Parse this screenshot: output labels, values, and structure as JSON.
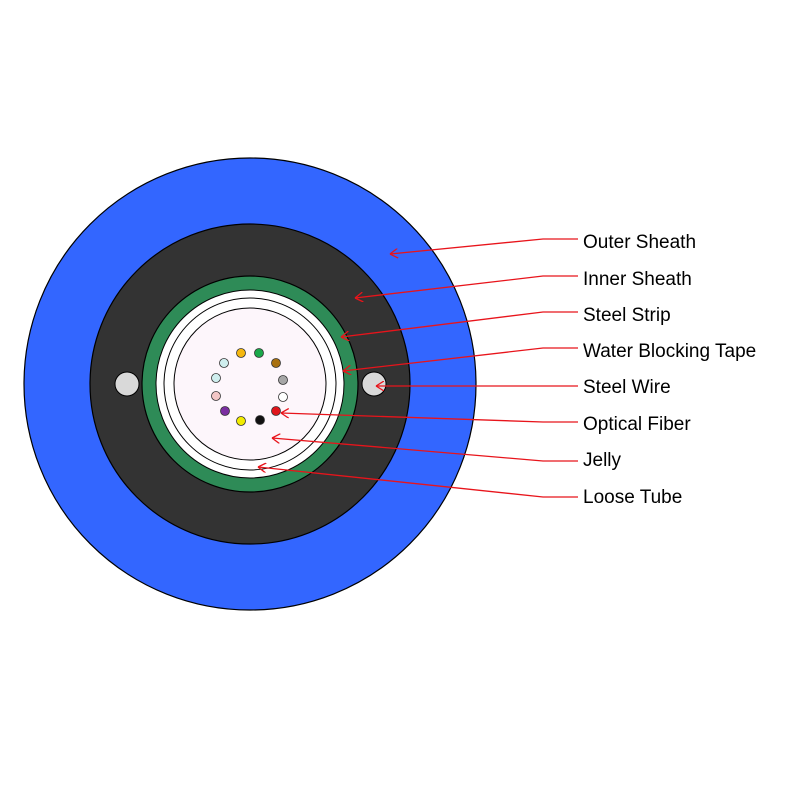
{
  "diagram": {
    "labels": {
      "outer_sheath": "Outer Sheath",
      "inner_sheath": "Inner Sheath",
      "steel_strip": "Steel Strip",
      "water_blocking_tape": "Water Blocking Tape",
      "steel_wire": "Steel Wire",
      "optical_fiber": "Optical Fiber",
      "jelly": "Jelly",
      "loose_tube": "Loose Tube"
    },
    "colors": {
      "outer_sheath": "#3366ff",
      "inner_sheath": "#333333",
      "steel_strip": "#2e8b57",
      "water_blocking_tape": "#ffffff",
      "jelly": "#fdf6fb",
      "steel_wire": "#d9d9d9",
      "arrow": "#e8141b",
      "fibers": [
        "#1f75c4",
        "#f5b70f",
        "#1aa84a",
        "#a8700f",
        "#a6a6a6",
        "#ffffff",
        "#e0151b",
        "#111111",
        "#f2ec00",
        "#7a2ea0",
        "#f2c6c6",
        "#cfeeee"
      ]
    }
  }
}
